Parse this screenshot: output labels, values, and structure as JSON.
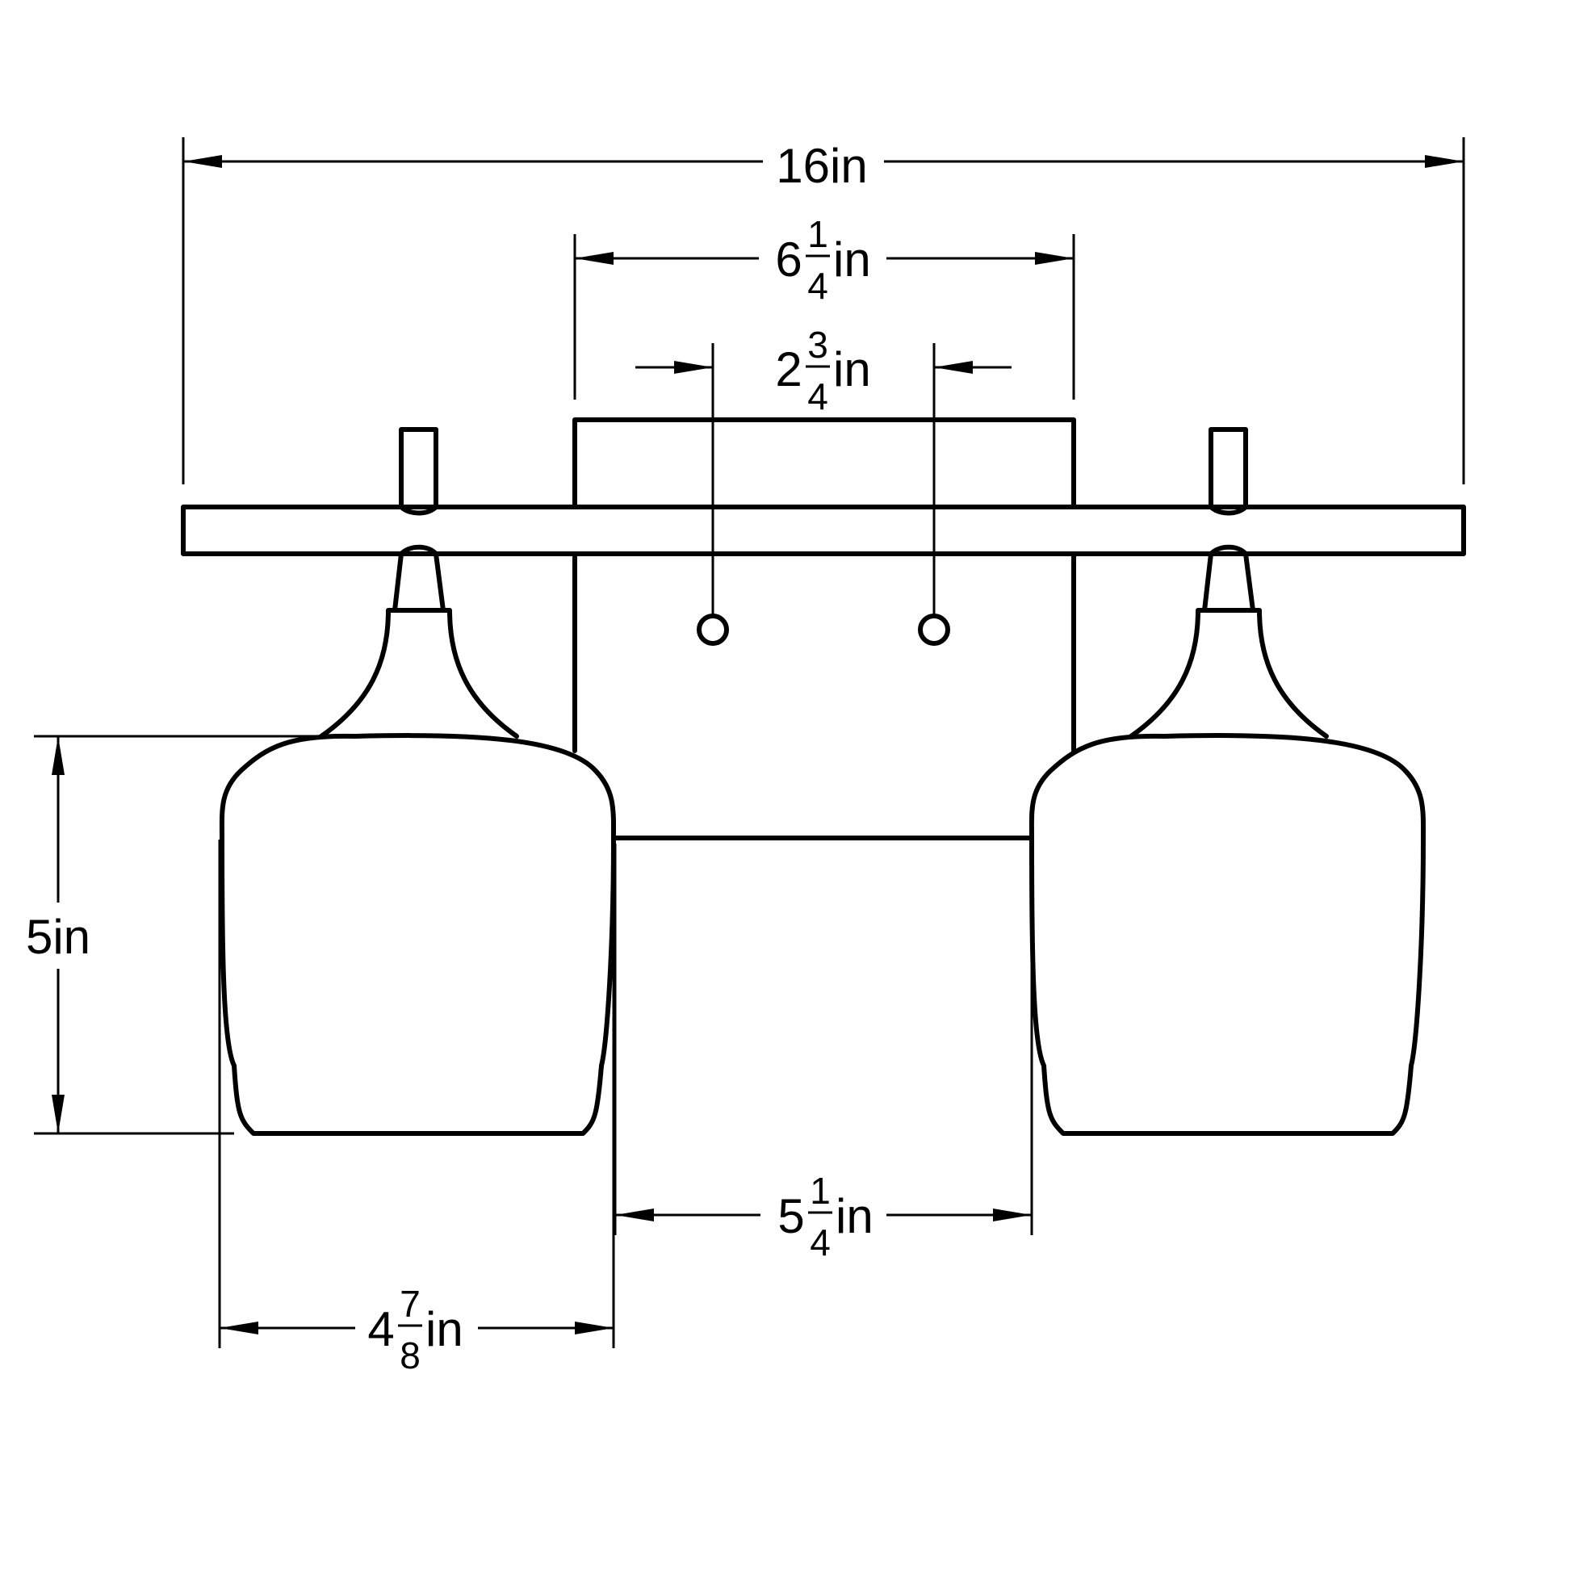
{
  "dimensions": {
    "overall_width": {
      "whole": "16",
      "unit": "in"
    },
    "backplate_width": {
      "whole": "6",
      "numerator": "1",
      "denominator": "4",
      "unit": "in"
    },
    "mounting_holes": {
      "whole": "2",
      "numerator": "3",
      "denominator": "4",
      "unit": "in"
    },
    "shade_height": {
      "whole": "5",
      "unit": "in"
    },
    "shade_gap": {
      "whole": "5",
      "numerator": "1",
      "denominator": "4",
      "unit": "in"
    },
    "shade_width": {
      "whole": "4",
      "numerator": "7",
      "denominator": "8",
      "unit": "in"
    }
  }
}
